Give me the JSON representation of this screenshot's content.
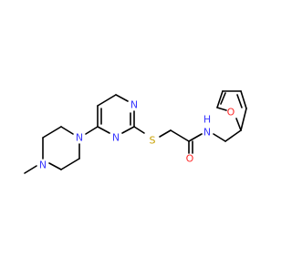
{
  "molecule": {
    "atom_labels": {
      "n_methylpiperazine_1": "N",
      "n_methylpiperazine_4": "N",
      "n_pyrimidine_1": "N",
      "n_pyrimidine_3": "N",
      "s_thioether": "S",
      "o_carbonyl": "O",
      "n_amide": "N",
      "h_amide": "H",
      "o_furan": "O"
    },
    "colors": {
      "bond": "#000000",
      "nitrogen": "#3a3aff",
      "oxygen": "#ff2a2a",
      "sulfur": "#c8a000"
    }
  }
}
